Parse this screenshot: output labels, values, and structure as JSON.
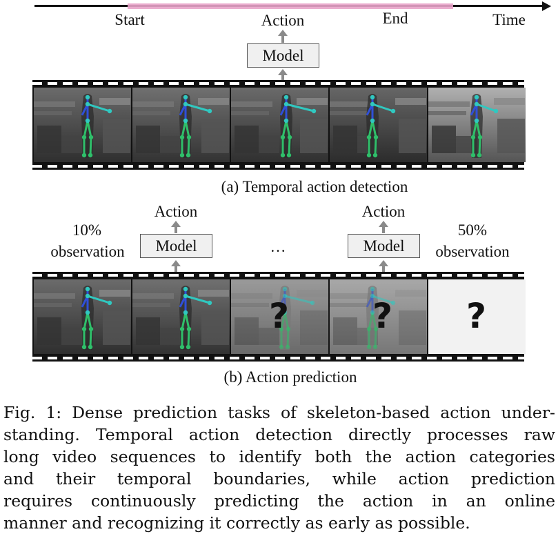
{
  "timeline": {
    "start_label": "Start",
    "end_label": "End",
    "time_label": "Time",
    "action_label": "Action",
    "model_label": "Model"
  },
  "panel_a": {
    "caption": "(a) Temporal action detection"
  },
  "panel_b": {
    "left_obs_pct": "10%",
    "left_obs_word": "observation",
    "right_obs_pct": "50%",
    "right_obs_word": "observation",
    "action_label_1": "Action",
    "action_label_2": "Action",
    "model_label_1": "Model",
    "model_label_2": "Model",
    "ellipsis": "…",
    "qmark": "?",
    "caption": "(b) Action prediction"
  },
  "figure_caption": {
    "lines": [
      "Fig. 1: Dense prediction tasks of skeleton-based action under-",
      "standing. Temporal action detection directly processes raw",
      "long video sequences to identify both the action categories",
      "and their temporal boundaries, while action prediction",
      "requires continuously predicting the action in an online",
      "manner and recognizing it correctly as early as possible."
    ]
  },
  "colors": {
    "highlight": "#e8a3c9",
    "arrow": "#8a8a8a",
    "skeleton_blue": "#2f4fd8",
    "skeleton_green": "#2fbf6a",
    "skeleton_cyan": "#30c8c0"
  }
}
